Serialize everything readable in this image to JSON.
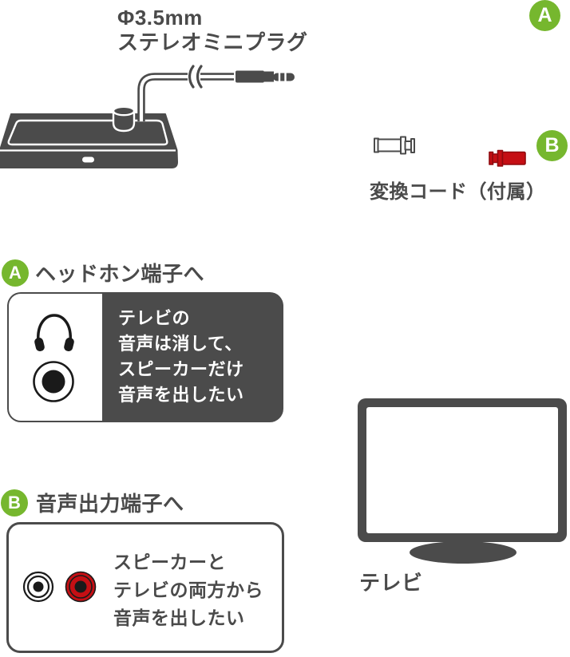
{
  "colors": {
    "dark": "#4b4b4b",
    "text": "#4a4a4a",
    "green": "#76b72e",
    "red": "#c50f14",
    "ink": "#1a1a1a"
  },
  "top": {
    "plug_label": {
      "line1": "Φ3.5mm",
      "line2": "ステレオミニプラグ"
    },
    "badge_a": "A",
    "badge_b": "B",
    "adapter_label": "変換コード（付属）"
  },
  "section_a": {
    "badge": "A",
    "title": "ヘッドホン端子へ",
    "lines": [
      "テレビの",
      "音声は消して、",
      "スピーカーだけ",
      "音声を出したい"
    ]
  },
  "section_b": {
    "badge": "B",
    "title": "音声出力端子へ",
    "lines": [
      "スピーカーと",
      "テレビの両方から",
      "音声を出したい"
    ]
  },
  "tv": {
    "label": "テレビ"
  },
  "icons": [
    "speaker-device-illustration",
    "stereo-mini-plug-icon",
    "cable-break-icon",
    "white-rca-plug-icon",
    "red-rca-plug-icon",
    "headphones-icon",
    "headphone-jack-icon",
    "rca-jack-white-icon",
    "rca-jack-red-icon",
    "tv-illustration"
  ]
}
